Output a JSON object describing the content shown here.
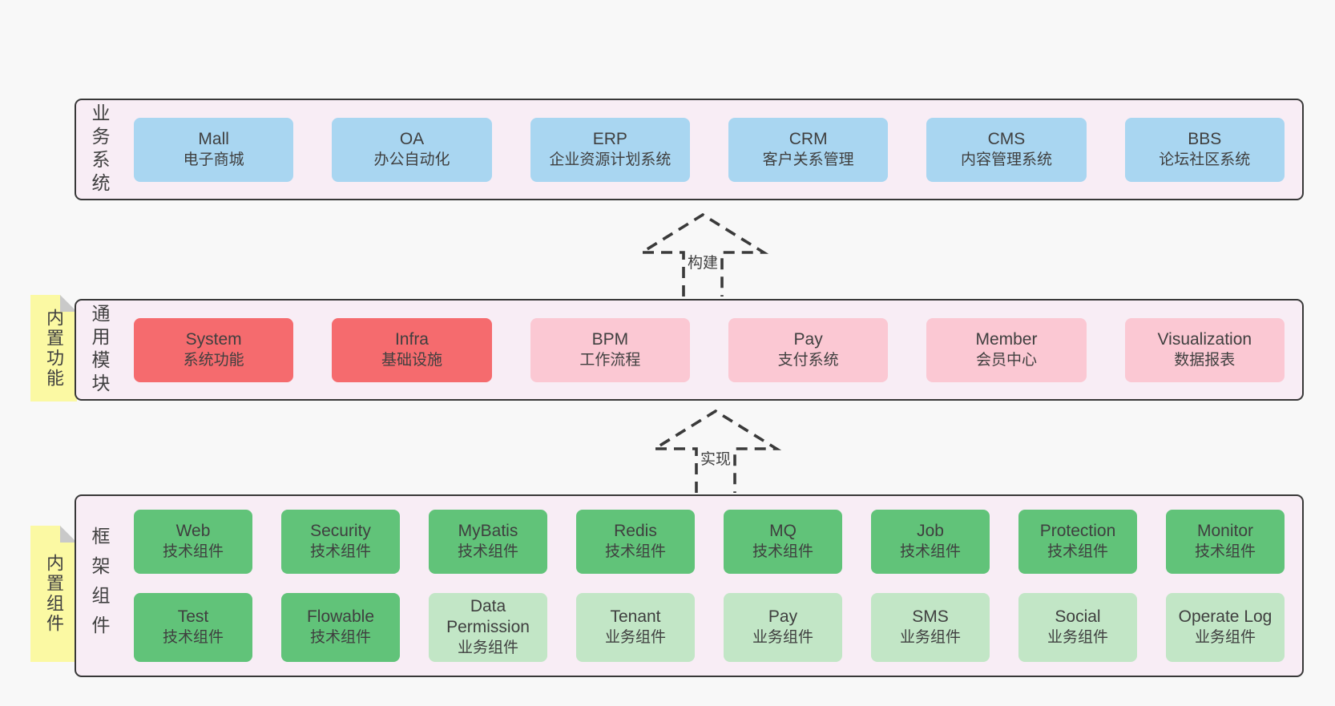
{
  "colors": {
    "page_bg": "#f8f8f8",
    "container_bg": "#f8edf5",
    "container_border": "#383838",
    "blue": "#a9d6f1",
    "red": "#f56b6e",
    "pink": "#fbc8d3",
    "green": "#61c379",
    "light_green": "#c2e6c6",
    "sticky_yellow": "#fbf9a3",
    "sticky_fold": "#c9c9c9",
    "text": "#3f3f3f",
    "arrow": "#3a3a3a"
  },
  "arrows": [
    {
      "label": "构建"
    },
    {
      "label": "实现"
    }
  ],
  "layers": {
    "business": {
      "side_label": "业务系统",
      "boxes": [
        {
          "name": "Mall",
          "desc": "电子商城"
        },
        {
          "name": "OA",
          "desc": "办公自动化"
        },
        {
          "name": "ERP",
          "desc": "企业资源计划系统"
        },
        {
          "name": "CRM",
          "desc": "客户关系管理"
        },
        {
          "name": "CMS",
          "desc": "内容管理系统"
        },
        {
          "name": "BBS",
          "desc": "论坛社区系统"
        }
      ]
    },
    "modules": {
      "side_label": "通用模块",
      "sticky": "内置功能",
      "boxes": [
        {
          "name": "System",
          "desc": "系统功能"
        },
        {
          "name": "Infra",
          "desc": "基础设施"
        },
        {
          "name": "BPM",
          "desc": "工作流程"
        },
        {
          "name": "Pay",
          "desc": "支付系统"
        },
        {
          "name": "Member",
          "desc": "会员中心"
        },
        {
          "name": "Visualization",
          "desc": "数据报表"
        }
      ]
    },
    "components": {
      "side_label": "框架组件",
      "sticky": "内置组件",
      "row1": [
        {
          "name": "Web",
          "desc": "技术组件"
        },
        {
          "name": "Security",
          "desc": "技术组件"
        },
        {
          "name": "MyBatis",
          "desc": "技术组件"
        },
        {
          "name": "Redis",
          "desc": "技术组件"
        },
        {
          "name": "MQ",
          "desc": "技术组件"
        },
        {
          "name": "Job",
          "desc": "技术组件"
        },
        {
          "name": "Protection",
          "desc": "技术组件"
        },
        {
          "name": "Monitor",
          "desc": "技术组件"
        }
      ],
      "row2": [
        {
          "name": "Test",
          "desc": "技术组件"
        },
        {
          "name": "Flowable",
          "desc": "技术组件"
        },
        {
          "name": "Data Permission",
          "desc": "业务组件"
        },
        {
          "name": "Tenant",
          "desc": "业务组件"
        },
        {
          "name": "Pay",
          "desc": "业务组件"
        },
        {
          "name": "SMS",
          "desc": "业务组件"
        },
        {
          "name": "Social",
          "desc": "业务组件"
        },
        {
          "name": "Operate Log",
          "desc": "业务组件"
        }
      ]
    }
  }
}
